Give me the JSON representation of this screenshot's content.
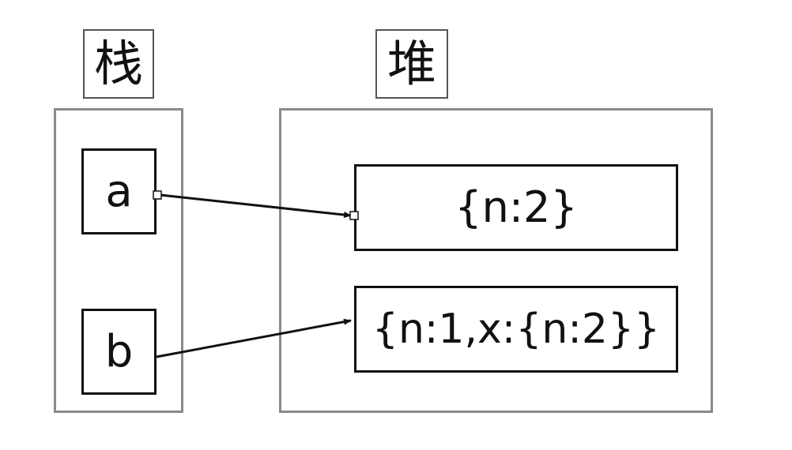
{
  "stack": {
    "title": "栈",
    "variables": [
      {
        "name": "a"
      },
      {
        "name": "b"
      }
    ]
  },
  "heap": {
    "title": "堆",
    "objects": [
      {
        "text": "{n:2}"
      },
      {
        "text": "{n:1,x:{n:2}}"
      }
    ]
  },
  "references": [
    {
      "from": "a",
      "to": "{n:2}"
    },
    {
      "from": "b",
      "to": "{n:1,x:{n:2}}"
    }
  ]
}
